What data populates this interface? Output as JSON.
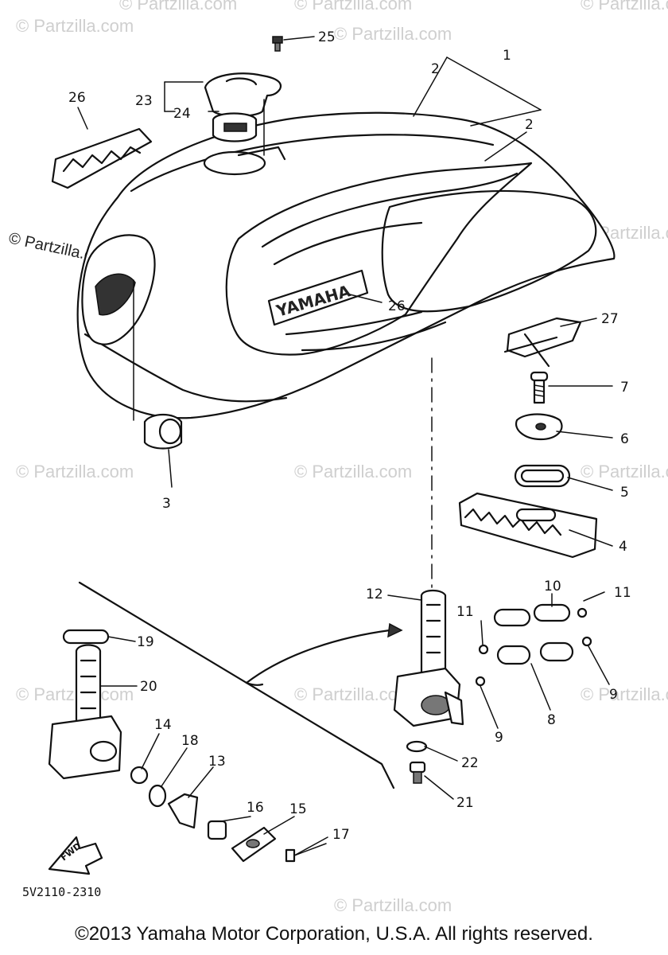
{
  "watermarks": {
    "tile": "© Partzilla.com",
    "prominent": "© Partzilla.com"
  },
  "diagram_code": "5V2110-2310",
  "copyright": "©2013 Yamaha Motor Corporation, U.S.A. All rights reserved.",
  "tank_emblem": "YAMAHA",
  "front_arrow": "FWD",
  "callouts": {
    "c1": "1",
    "c2a": "2",
    "c2b": "2",
    "c3": "3",
    "c4": "4",
    "c5": "5",
    "c6": "6",
    "c7": "7",
    "c8": "8",
    "c9a": "9",
    "c9b": "9",
    "c10": "10",
    "c11a": "11",
    "c11b": "11",
    "c12": "12",
    "c13": "13",
    "c14": "14",
    "c15": "15",
    "c16": "16",
    "c17": "17",
    "c18": "18",
    "c19": "19",
    "c20": "20",
    "c21": "21",
    "c22": "22",
    "c23": "23",
    "c24": "24",
    "c25": "25",
    "c26a": "26",
    "c26b": "26",
    "c27": "27"
  }
}
